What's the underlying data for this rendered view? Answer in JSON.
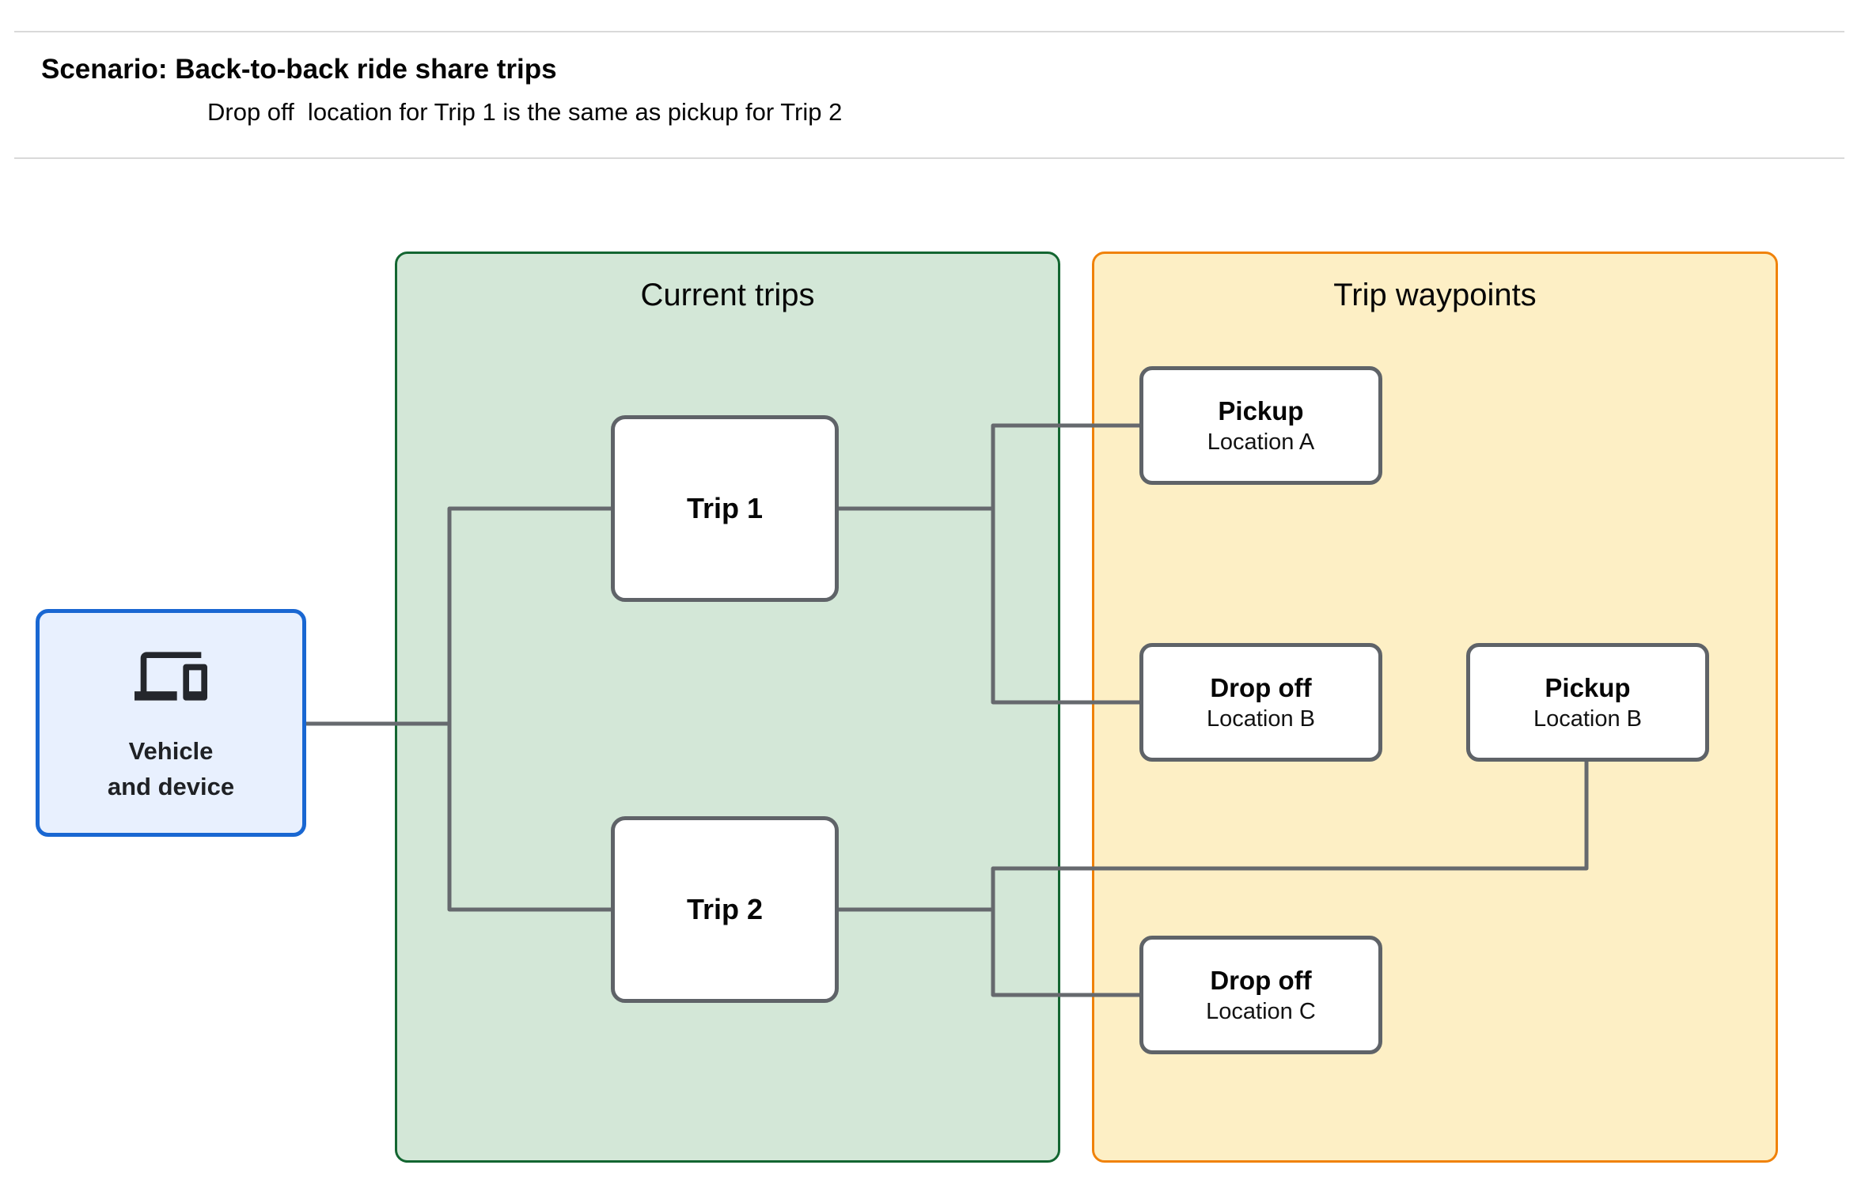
{
  "header": {
    "title": "Scenario: Back-to-back ride share trips",
    "subtitle": "Drop off  location for Trip 1 is the same as pickup for Trip 2"
  },
  "panels": {
    "current_trips": {
      "title": "Current trips"
    },
    "trip_waypoints": {
      "title": "Trip waypoints"
    }
  },
  "vehicle": {
    "label_line1": "Vehicle",
    "label_line2": "and device",
    "icon": "devices-icon"
  },
  "trips": [
    {
      "label": "Trip 1"
    },
    {
      "label": "Trip 2"
    }
  ],
  "waypoints": [
    {
      "id": "pickup-a",
      "title": "Pickup",
      "subtitle": "Location A"
    },
    {
      "id": "dropoff-b",
      "title": "Drop off",
      "subtitle": "Location B"
    },
    {
      "id": "pickup-b",
      "title": "Pickup",
      "subtitle": "Location B"
    },
    {
      "id": "dropoff-c",
      "title": "Drop off",
      "subtitle": "Location C"
    }
  ],
  "edges": [
    {
      "from": "vehicle",
      "to": "trip-1"
    },
    {
      "from": "vehicle",
      "to": "trip-2"
    },
    {
      "from": "trip-1",
      "to": "pickup-a"
    },
    {
      "from": "trip-1",
      "to": "dropoff-b"
    },
    {
      "from": "trip-2",
      "to": "dropoff-c"
    },
    {
      "from": "pickup-b",
      "to": "trip-2"
    }
  ],
  "colors": {
    "current_trips_fill": "#D3E7D7",
    "current_trips_border": "#136631",
    "trip_waypoints_fill": "#FDEFC5",
    "trip_waypoints_border": "#F0820A",
    "vehicle_fill": "#E8F0FE",
    "vehicle_border": "#1967D2",
    "node_border": "#5F6368",
    "connector": "#66696E",
    "divider": "#D9D9D9",
    "text": "#0B0B0B"
  }
}
